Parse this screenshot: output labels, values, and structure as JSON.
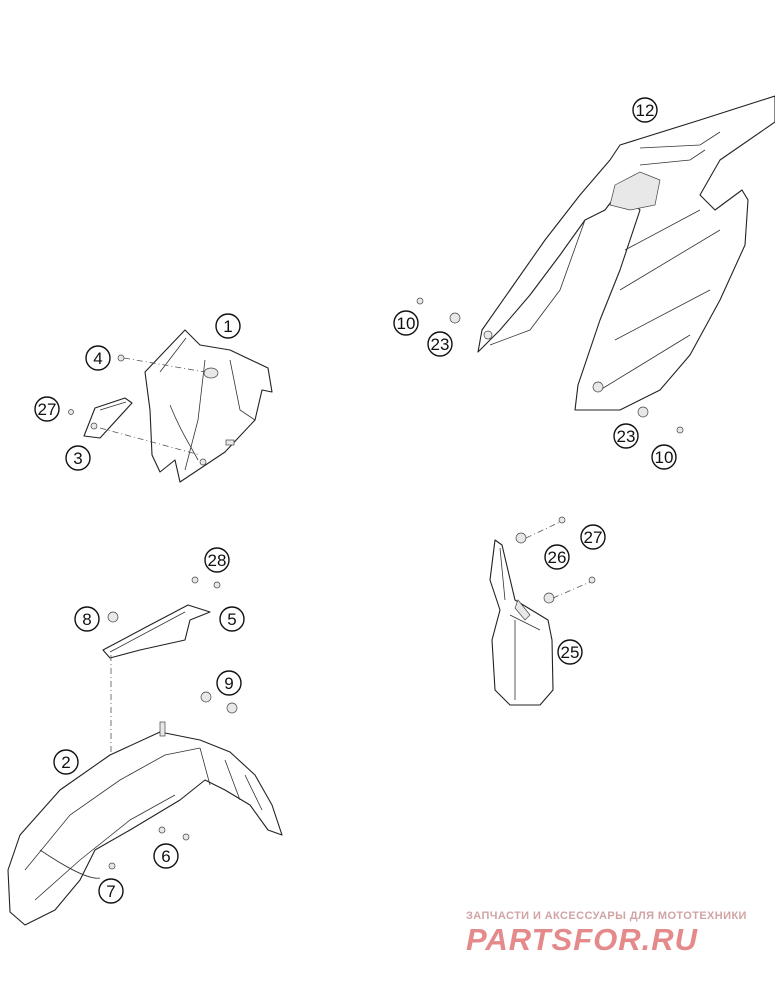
{
  "callouts": {
    "c1": "1",
    "c2": "2",
    "c3": "3",
    "c4": "4",
    "c5": "5",
    "c6": "6",
    "c7": "7",
    "c8": "8",
    "c9": "9",
    "c10a": "10",
    "c10b": "10",
    "c12": "12",
    "c23a": "23",
    "c23b": "23",
    "c25": "25",
    "c26": "26",
    "c27a": "27",
    "c27b": "27",
    "c28": "28"
  },
  "watermark": {
    "line1": "ЗАПЧАСТИ И АКСЕССУАРЫ ДЛЯ МОТОТЕХНИКИ",
    "line2": "PARTSFOR.RU"
  }
}
